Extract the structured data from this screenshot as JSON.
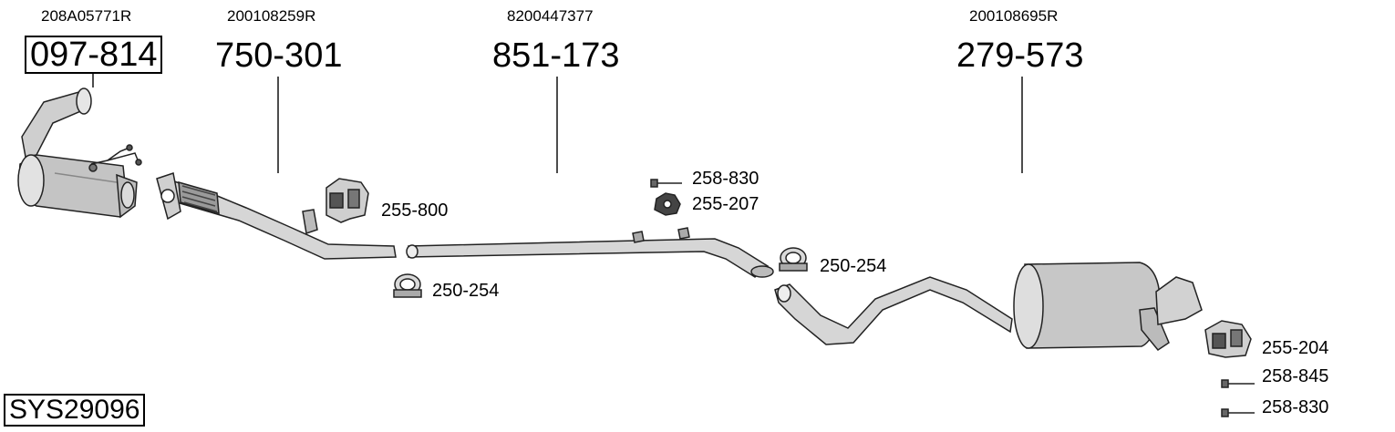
{
  "groups": [
    {
      "oem": "208A05771R",
      "part": "097-814"
    },
    {
      "oem": "200108259R",
      "part": "750-301"
    },
    {
      "oem": "8200447377",
      "part": "851-173"
    },
    {
      "oem": "200108695R",
      "part": "279-573"
    }
  ],
  "accessories": {
    "hanger_front": "255-800",
    "clamp_front": "250-254",
    "bolt_mid": "258-830",
    "mount_mid": "255-207",
    "clamp_mid": "250-254",
    "hanger_rear": "255-204",
    "bolt_rear_1": "258-845",
    "bolt_rear_2": "258-830"
  },
  "system_code": "SYS29096"
}
